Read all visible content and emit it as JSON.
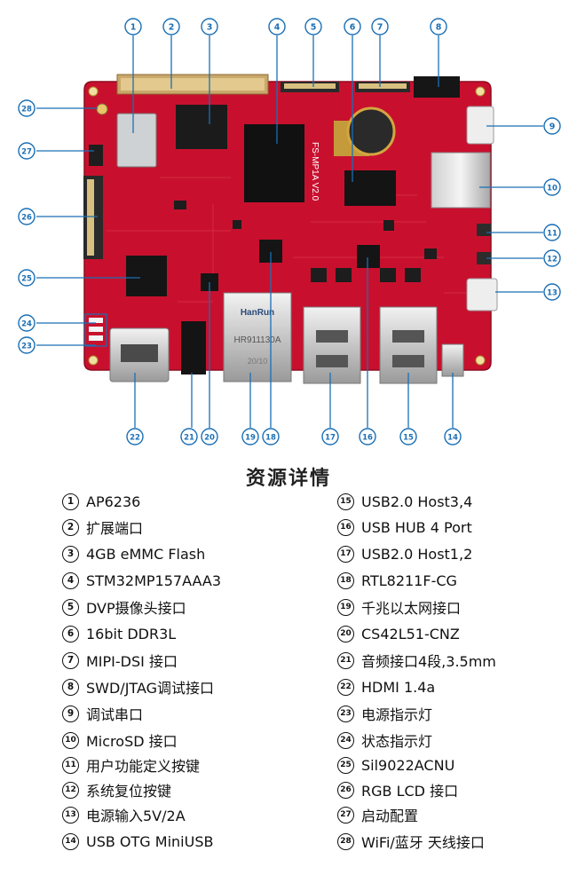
{
  "title": "资源详情",
  "silkscreen": {
    "model": "FS-MP1A V2.0",
    "magjack_brand": "HanRun",
    "magjack_model": "HR911130A",
    "magjack_batch": "20/10"
  },
  "diagram_colors": {
    "callout": "#1a6fb5",
    "board": "#c8102e",
    "line": "#1a6fb5"
  },
  "callouts": [
    {
      "num": "1",
      "label": "AP6236"
    },
    {
      "num": "2",
      "label": "扩展端口"
    },
    {
      "num": "3",
      "label": "4GB eMMC Flash"
    },
    {
      "num": "4",
      "label": "STM32MP157AAA3"
    },
    {
      "num": "5",
      "label": "DVP摄像头接口"
    },
    {
      "num": "6",
      "label": "16bit DDR3L"
    },
    {
      "num": "7",
      "label": "MIPI-DSI 接口"
    },
    {
      "num": "8",
      "label": "SWD/JTAG调试接口"
    },
    {
      "num": "9",
      "label": "调试串口"
    },
    {
      "num": "10",
      "label": "MicroSD 接口"
    },
    {
      "num": "11",
      "label": "用户功能定义按键"
    },
    {
      "num": "12",
      "label": "系统复位按键"
    },
    {
      "num": "13",
      "label": "电源输入5V/2A"
    },
    {
      "num": "14",
      "label": "USB OTG MiniUSB"
    },
    {
      "num": "15",
      "label": "USB2.0 Host3,4"
    },
    {
      "num": "16",
      "label": "USB HUB 4 Port"
    },
    {
      "num": "17",
      "label": "USB2.0 Host1,2"
    },
    {
      "num": "18",
      "label": "RTL8211F-CG"
    },
    {
      "num": "19",
      "label": "千兆以太网接口"
    },
    {
      "num": "20",
      "label": "CS42L51-CNZ"
    },
    {
      "num": "21",
      "label": "音频接口4段,3.5mm"
    },
    {
      "num": "22",
      "label": "HDMI 1.4a"
    },
    {
      "num": "23",
      "label": "电源指示灯"
    },
    {
      "num": "24",
      "label": "状态指示灯"
    },
    {
      "num": "25",
      "label": "Sil9022ACNU"
    },
    {
      "num": "26",
      "label": "RGB LCD 接口"
    },
    {
      "num": "27",
      "label": "启动配置"
    },
    {
      "num": "28",
      "label": "WiFi/蓝牙 天线接口"
    }
  ]
}
